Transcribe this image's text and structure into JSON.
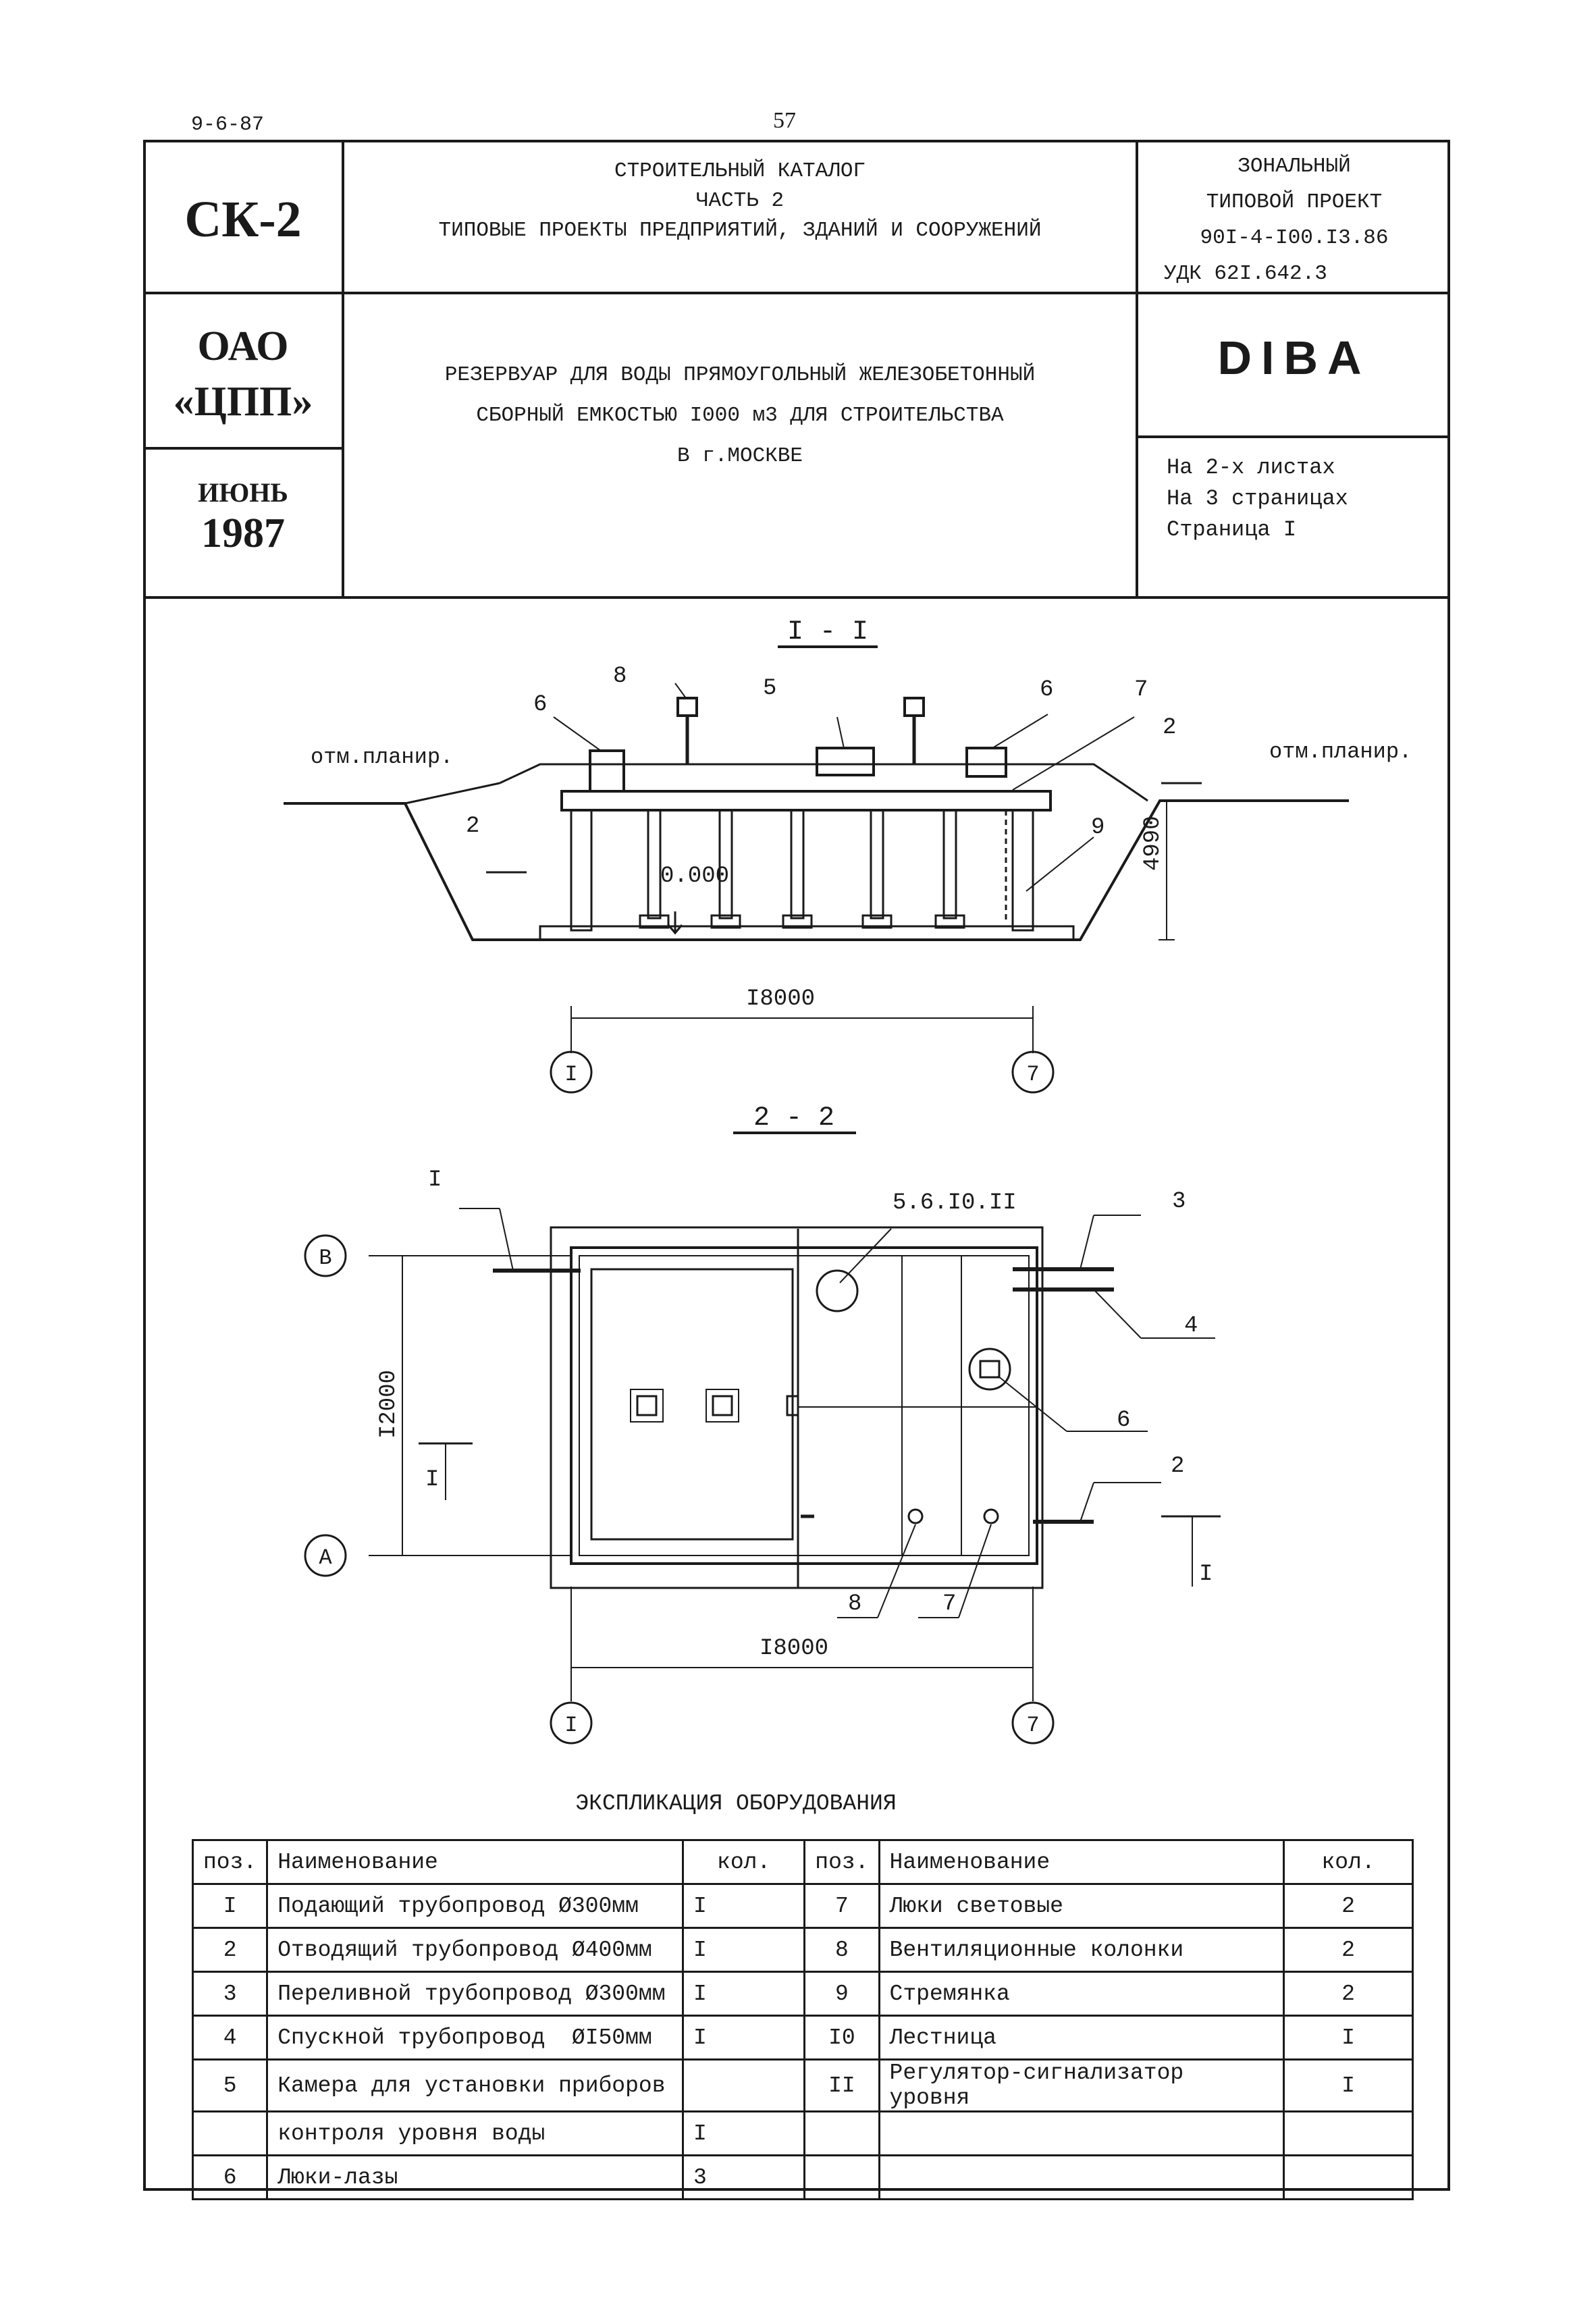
{
  "page": {
    "doc_code": "9-6-87",
    "page_number": "57"
  },
  "title_block": {
    "series": "СК-2",
    "catalog_line1": "СТРОИТЕЛЬНЫЙ КАТАЛОГ",
    "catalog_line2": "ЧАСТЬ 2",
    "catalog_line3": "ТИПОВЫЕ ПРОЕКТЫ ПРЕДПРИЯТИЙ, ЗДАНИЙ И СООРУЖЕНИЙ",
    "project_line1": "ЗОНАЛЬНЫЙ",
    "project_line2": "ТИПОВОЙ ПРОЕКТ",
    "project_line3": "90I-4-I00.I3.86",
    "project_line4": "УДК 62I.642.3",
    "org_line1": "ОАО",
    "org_line2": "«ЦПП»",
    "month": "ИЮНЬ",
    "year": "1987",
    "name_line1": "РЕЗЕРВУАР ДЛЯ ВОДЫ ПРЯМОУГОЛЬНЫЙ ЖЕЛЕЗОБЕТОННЫЙ",
    "name_line2": "СБОРНЫЙ ЕМКОСТЬЮ I000 м3 ДЛЯ СТРОИТЕЛЬСТВА",
    "name_line3": "В г.МОСКВЕ",
    "code": "DIBA",
    "sheets_line1": "На 2-х листах",
    "sheets_line2": "На 3 страницах",
    "sheets_line3": "Страница I"
  },
  "section_1": {
    "title": "I - I",
    "ground_label_left": "отм.планир.",
    "ground_label_right": "отм.планир.",
    "level": "0.000",
    "height_dim": "4990",
    "length_dim": "I8000",
    "axis_left": "I",
    "axis_right": "7",
    "cut_mark_left": "2",
    "cut_mark_right": "2",
    "callouts": [
      "8",
      "5",
      "6",
      "6",
      "7",
      "9"
    ]
  },
  "section_2": {
    "title": "2 - 2",
    "width_dim": "I2000",
    "length_dim": "I8000",
    "axis_top": "В",
    "axis_bottom": "А",
    "axis_left": "I",
    "axis_right": "7",
    "cut_mark_left": "I",
    "cut_mark_right": "I",
    "callout_pipe_in": "I",
    "callout_group": "5.6.I0.II",
    "callout_overflow": "3",
    "callout_drain": "4",
    "callout_hatch": "6",
    "callout_out": "2",
    "callout_vent": "8",
    "callout_light": "7"
  },
  "equipment": {
    "title": "ЭКСПЛИКАЦИЯ ОБОРУДОВАНИЯ",
    "headers": {
      "pos": "поз.",
      "name": "Наименование",
      "qty": "кол."
    },
    "rows": [
      {
        "pos_l": "I",
        "name_l": "Подающий трубопровод Ø300мм",
        "qty_l": "I",
        "pos_r": "7",
        "name_r": "Люки световые",
        "qty_r": "2"
      },
      {
        "pos_l": "2",
        "name_l": "Отводящий трубопровод Ø400мм",
        "qty_l": "I",
        "pos_r": "8",
        "name_r": "Вентиляционные колонки",
        "qty_r": "2"
      },
      {
        "pos_l": "3",
        "name_l": "Переливной трубопровод Ø300мм",
        "qty_l": "I",
        "pos_r": "9",
        "name_r": "Стремянка",
        "qty_r": "2"
      },
      {
        "pos_l": "4",
        "name_l": "Спускной трубопровод  ØI50мм",
        "qty_l": "I",
        "pos_r": "I0",
        "name_r": "Лестница",
        "qty_r": "I"
      },
      {
        "pos_l": "5",
        "name_l": "Камера для установки приборов",
        "qty_l": "",
        "pos_r": "II",
        "name_r": "Регулятор-сигнализатор уровня",
        "qty_r": "I"
      },
      {
        "pos_l": "",
        "name_l": "контроля уровня воды",
        "qty_l": "I",
        "pos_r": "",
        "name_r": "",
        "qty_r": ""
      },
      {
        "pos_l": "6",
        "name_l": "Люки-лазы",
        "qty_l": "3",
        "pos_r": "",
        "name_r": "",
        "qty_r": ""
      }
    ]
  }
}
